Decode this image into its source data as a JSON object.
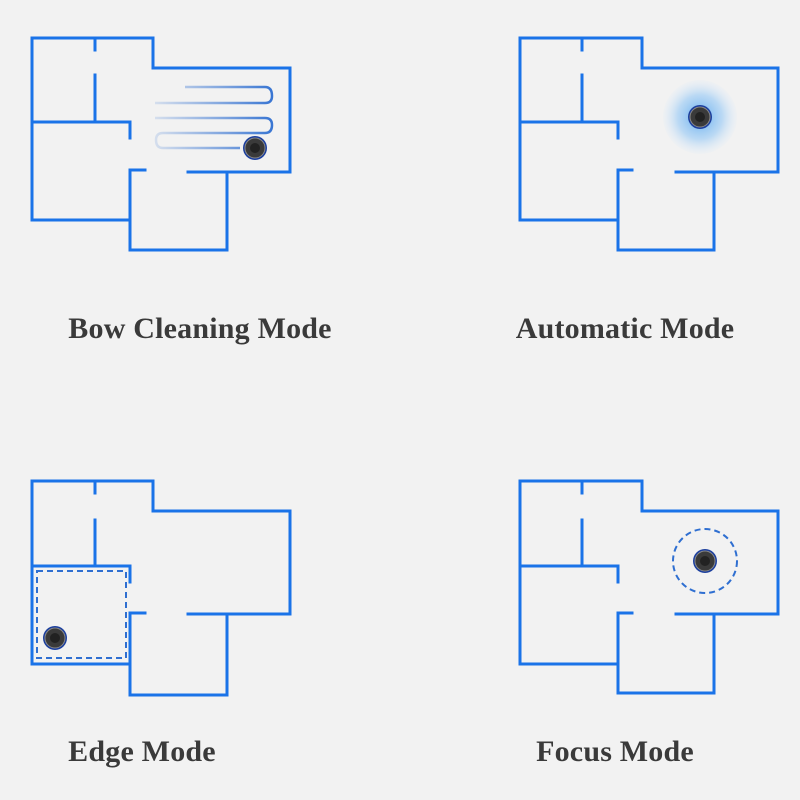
{
  "colors": {
    "wall": "#1a73e8",
    "path": "#2f6fd1",
    "glow": "#5aa8f0",
    "robot_body": "#2a2a2a",
    "robot_accent": "#1c3f9e",
    "background": "#f2f2f2",
    "caption": "#3a3a3a"
  },
  "modes": [
    {
      "id": "bow",
      "label": "Bow Cleaning Mode",
      "icon": "zigzag-path-icon"
    },
    {
      "id": "auto",
      "label": "Automatic Mode",
      "icon": "radial-spread-icon"
    },
    {
      "id": "edge",
      "label": "Edge Mode",
      "icon": "dashed-rectangle-icon"
    },
    {
      "id": "focus",
      "label": "Focus Mode",
      "icon": "dashed-circle-icon"
    }
  ]
}
